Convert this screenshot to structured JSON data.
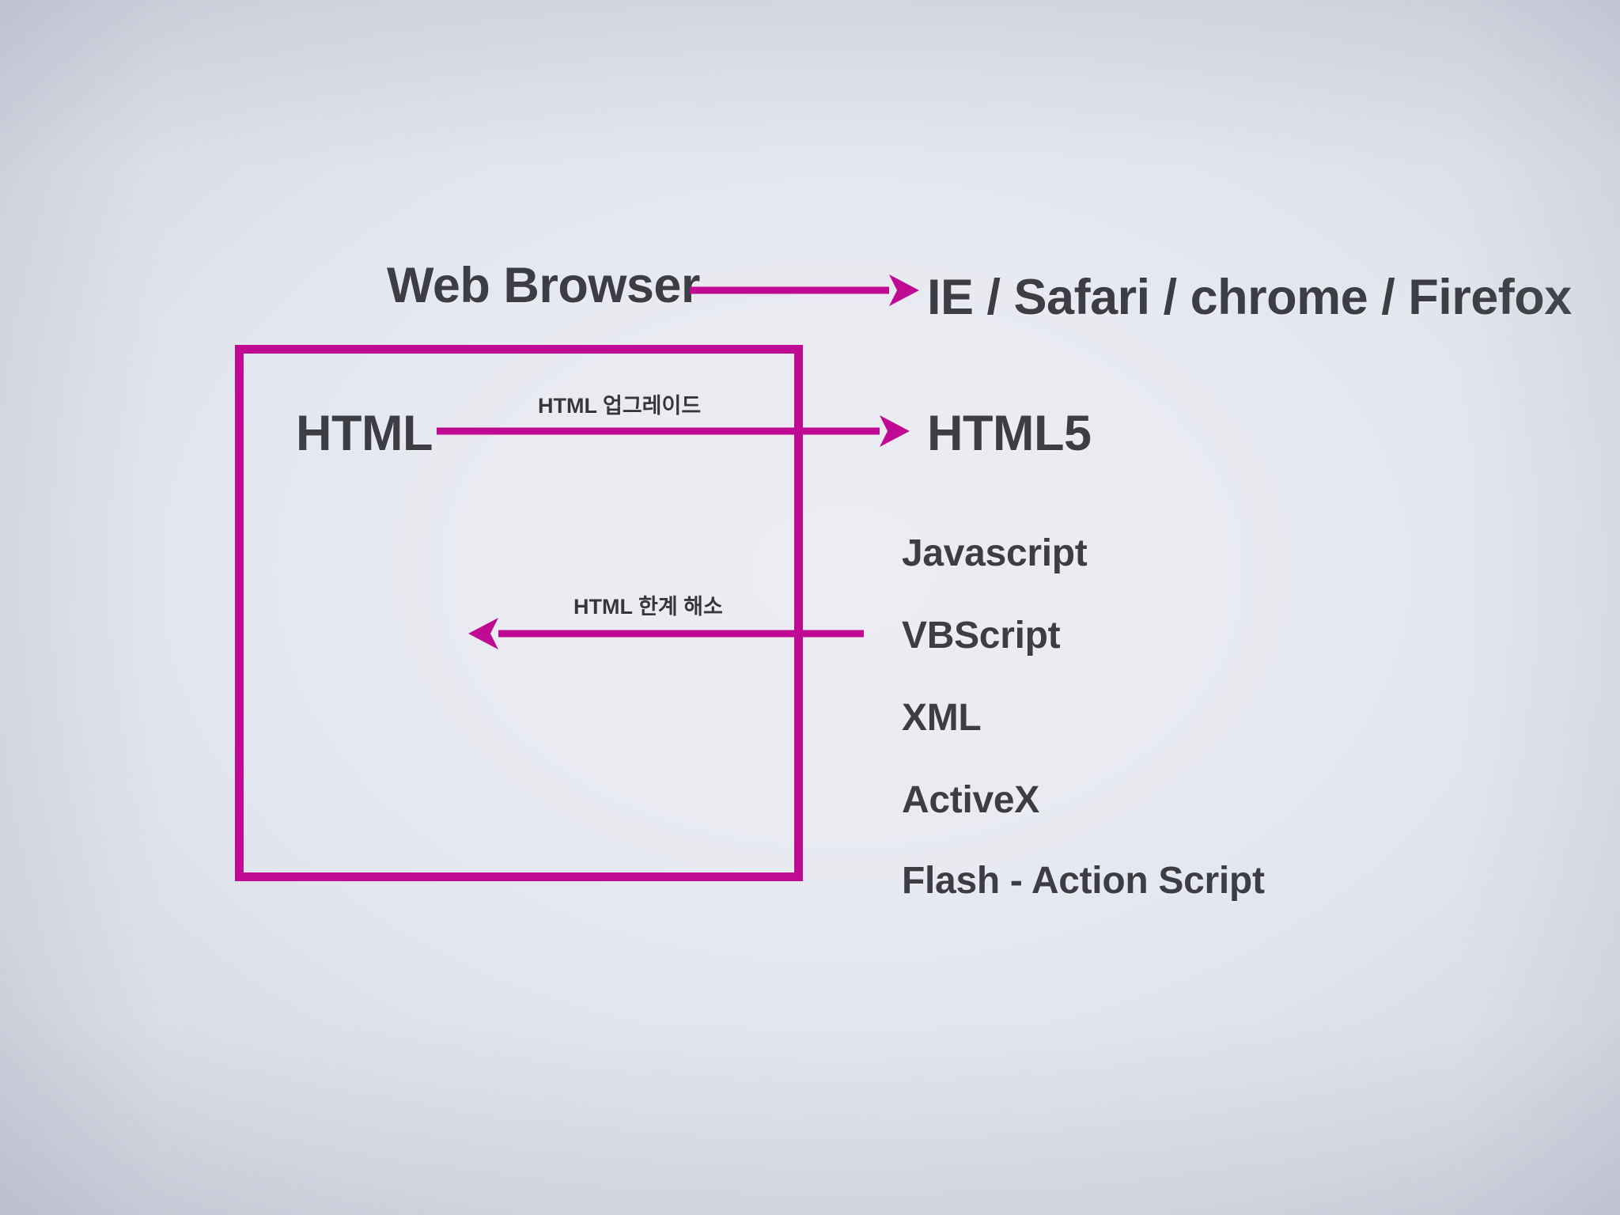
{
  "slide": {
    "background_color": "#e9ebf1",
    "accent_color": "#bf0b94",
    "text_color": "#3c3e43"
  },
  "nodes": {
    "web_browser": "Web Browser",
    "browsers": "IE / Safari / chrome / Firefox",
    "html": "HTML",
    "html5": "HTML5"
  },
  "arrow_labels": {
    "upgrade": "HTML 업그레이드",
    "limitation": "HTML 한계 해소"
  },
  "tech_list": {
    "items": [
      "Javascript",
      "VBScript",
      "XML",
      "ActiveX",
      "Flash - Action Script"
    ]
  }
}
